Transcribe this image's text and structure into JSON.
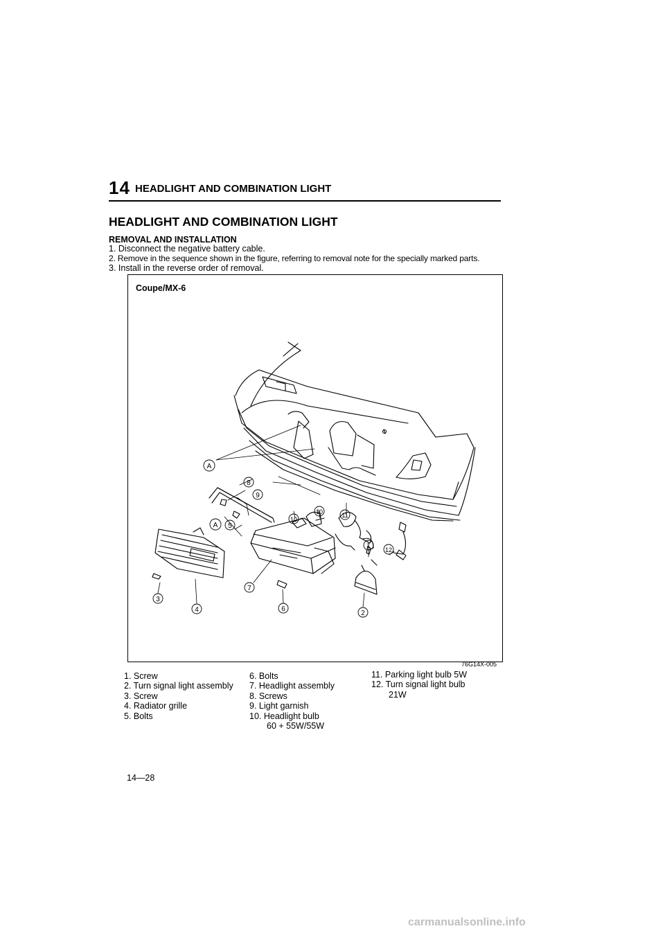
{
  "header": {
    "chapter_number": "14",
    "chapter_title": "HEADLIGHT AND COMBINATION LIGHT"
  },
  "section_title": "HEADLIGHT AND COMBINATION LIGHT",
  "subsection_title": "REMOVAL AND INSTALLATION",
  "steps": [
    "1. Disconnect the negative battery cable.",
    "2. Remove in the sequence shown in the figure, referring to removal note for the specially marked parts.",
    "3. Install in the reverse order of removal."
  ],
  "figure": {
    "label": "Coupe/MX-6",
    "code": "76G14X-005",
    "callouts": [
      "A",
      "A",
      "1",
      "2",
      "3",
      "4",
      "5",
      "6",
      "7",
      "8",
      "9",
      "10",
      "10",
      "11",
      "12"
    ]
  },
  "legend": {
    "col1": [
      "1. Screw",
      "2. Turn signal light assembly",
      "3. Screw",
      "4. Radiator grille",
      "5. Bolts"
    ],
    "col2": [
      "6. Bolts",
      "7. Headlight assembly",
      "8. Screws",
      "9. Light garnish",
      "10. Headlight bulb",
      "60 + 55W/55W"
    ],
    "col3": [
      "11. Parking light bulb 5W",
      "12. Turn signal light bulb",
      "21W"
    ]
  },
  "page_number": "14—28",
  "watermark": "carmanualsonline.info"
}
